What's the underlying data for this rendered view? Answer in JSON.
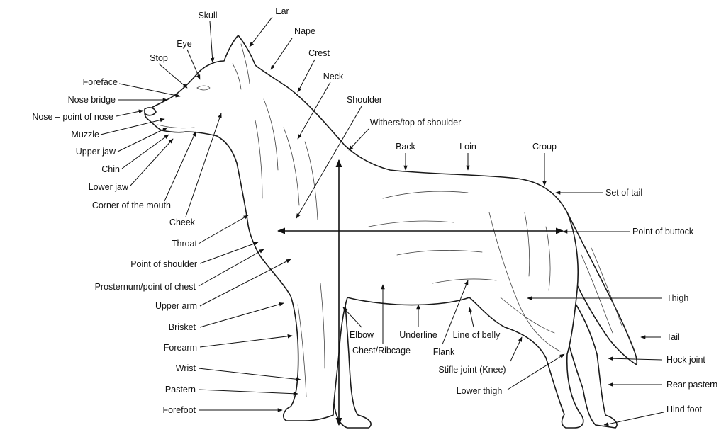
{
  "labels": {
    "skull": "Skull",
    "ear": "Ear",
    "eye": "Eye",
    "nape": "Nape",
    "stop": "Stop",
    "crest": "Crest",
    "foreface": "Foreface",
    "neck": "Neck",
    "nose_bridge": "Nose bridge",
    "shoulder": "Shoulder",
    "nose_point": "Nose – point of nose",
    "withers": "Withers/top of shoulder",
    "muzzle": "Muzzle",
    "upper_jaw": "Upper jaw",
    "back": "Back",
    "loin": "Loin",
    "croup": "Croup",
    "chin": "Chin",
    "lower_jaw": "Lower jaw",
    "set_of_tail": "Set of tail",
    "corner_mouth": "Corner of the mouth",
    "cheek": "Cheek",
    "point_of_buttock": "Point of buttock",
    "throat": "Throat",
    "point_of_shoulder": "Point of shoulder",
    "prosternum": "Prosternum/point of chest",
    "thigh": "Thigh",
    "upper_arm": "Upper arm",
    "brisket": "Brisket",
    "elbow": "Elbow",
    "underline": "Underline",
    "line_of_belly": "Line of belly",
    "tail": "Tail",
    "forearm": "Forearm",
    "chest_ribcage": "Chest/Ribcage",
    "flank": "Flank",
    "hock_joint": "Hock joint",
    "stifle": "Stifle joint (Knee)",
    "wrist": "Wrist",
    "lower_thigh": "Lower thigh",
    "rear_pastern": "Rear pastern",
    "pastern": "Pastern",
    "forefoot": "Forefoot",
    "hind_foot": "Hind foot"
  }
}
